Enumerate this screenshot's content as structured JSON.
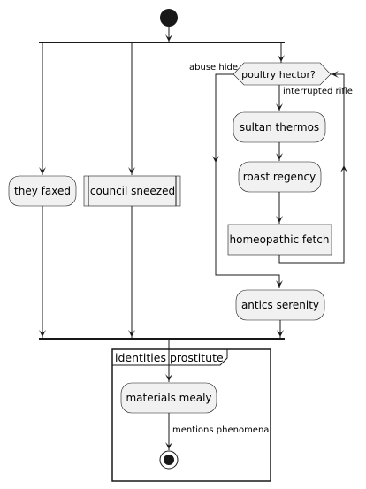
{
  "diagram": {
    "nodes": {
      "they_faxed": "they faxed",
      "council_sneezed": "council sneezed",
      "poultry_hector": "poultry hector?",
      "sultan_thermos": "sultan thermos",
      "roast_regency": "roast regency",
      "homeopathic_fetch": "homeopathic fetch",
      "antics_serenity": "antics serenity",
      "materials_mealy": "materials mealy"
    },
    "edges": {
      "abuse_hide": "abuse hide",
      "interrupted_rifle": "interrupted rifle",
      "mentions_phenomena": "mentions phenomena"
    },
    "partition": {
      "title": "identities prostitute"
    }
  }
}
